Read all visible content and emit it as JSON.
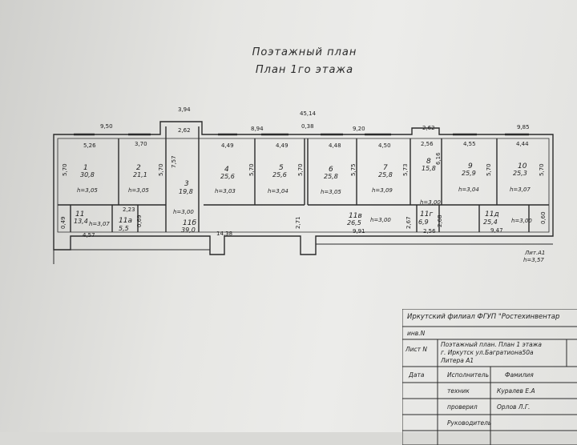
{
  "title": {
    "line1": "Поэтажный план",
    "line2": "План 1го этажа"
  },
  "dims_top": [
    "9,50",
    "3,94",
    "2,62",
    "8,94",
    "0,38",
    "45,14",
    "9,20",
    "2,62",
    "9,85"
  ],
  "dims_inner": [
    "5,26",
    "3,70",
    "4,49",
    "4,49",
    "4,48",
    "4,50",
    "2,56",
    "4,55",
    "4,44"
  ],
  "rooms": [
    {
      "num": "1",
      "area": "30,8",
      "h": "h=3,05"
    },
    {
      "num": "2",
      "area": "21,1",
      "h": "h=3,05"
    },
    {
      "num": "3",
      "area": "19,8",
      "h": "h=3,00"
    },
    {
      "num": "4",
      "area": "25,6",
      "h": "h=3,03"
    },
    {
      "num": "5",
      "area": "25,6",
      "h": "h=3,04"
    },
    {
      "num": "6",
      "area": "25,8",
      "h": "h=3,05"
    },
    {
      "num": "7",
      "area": "25,8",
      "h": "h=3,09"
    },
    {
      "num": "8",
      "area": "15,8",
      "h": "h=3,00"
    },
    {
      "num": "9",
      "area": "25,9",
      "h": "h=3,04"
    },
    {
      "num": "10",
      "area": "25,3",
      "h": "h=3,07"
    }
  ],
  "corridors": [
    {
      "num": "11",
      "area": "13,4",
      "h": "h=3,07"
    },
    {
      "num": "11а",
      "area": "5,5"
    },
    {
      "num": "11б",
      "area": "39,0"
    },
    {
      "num": "11в",
      "area": "26,5",
      "h": "h=3,00"
    },
    {
      "num": "11г",
      "area": "6,9"
    },
    {
      "num": "11д",
      "area": "25,4",
      "h": "h=3,00"
    }
  ],
  "dims_side": [
    "5,70",
    "5,70",
    "7,57",
    "5,70",
    "5,70",
    "5,75",
    "5,73",
    "6,16",
    "5,70",
    "5,70",
    "0,49",
    "0,69",
    "2,71",
    "2,67",
    "2,68",
    "0,60"
  ],
  "dims_bottom": [
    "4,57",
    "2,23",
    "14,38",
    "9,91",
    "2,56",
    "9,47"
  ],
  "lit": {
    "label": "Лит.А1",
    "h": "h=3,57"
  },
  "stamp": {
    "org": "Иркутский филиал ФГУП \"Ростехинвентар",
    "inv": "инв.N",
    "sheet_label": "Лист N",
    "desc1": "Поэтажный план. План 1 этажа",
    "desc2": "г. Иркутск ул.Багратиона50а",
    "desc3": "Литера А1",
    "date": "Дата",
    "executor": "Исполнитель",
    "surname": "Фамилия",
    "tech": "техник",
    "tech_name": "Куралев Е.А",
    "checked": "проверил",
    "checked_name": "Орлов Л.Г.",
    "head": "Руководитель"
  }
}
